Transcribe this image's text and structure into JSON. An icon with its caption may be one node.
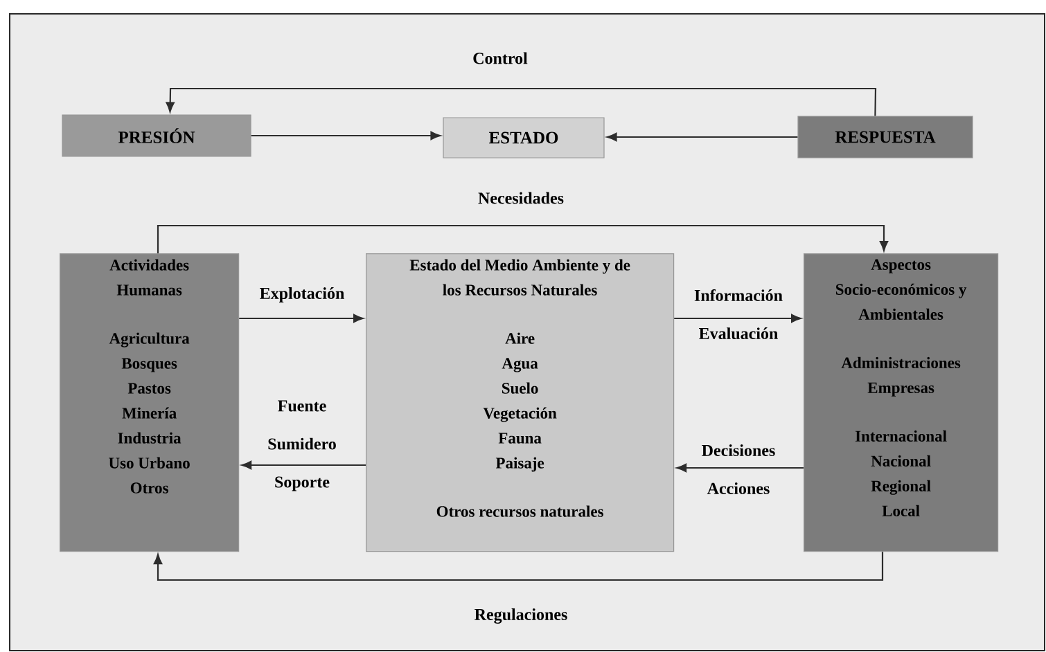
{
  "diagram": {
    "nodes": [
      {
        "text": [
          "PRESIÓN"
        ]
      },
      {
        "text": [
          "ESTADO"
        ]
      },
      {
        "text": [
          "RESPUESTA"
        ]
      },
      {
        "text": [
          "Actividades Humanas",
          "Agricultura",
          "Bosques",
          "Pastos",
          "Minería",
          "Industria",
          "Uso Urbano",
          "Otros"
        ]
      },
      {
        "text": [
          "Estado del Medio Ambiente y de los Recursos Naturales",
          "Aire",
          "Agua",
          "Suelo",
          "Vegetación",
          "Fauna",
          "Paisaje",
          "Otros recursos naturales"
        ]
      },
      {
        "text": [
          "Aspectos Socio-económicos y Ambientales",
          "Administraciones",
          "Empresas",
          "Internacional",
          "Nacional",
          "Regional",
          "Local"
        ]
      }
    ],
    "edges": [
      {
        "from": 0,
        "to": 1,
        "arrow": "to"
      },
      {
        "from": 2,
        "to": 1,
        "arrow": "to"
      },
      {
        "from": 2,
        "to": 0,
        "arrow": "to",
        "label": "Control"
      },
      {
        "from": 3,
        "to": 5,
        "arrow": "to",
        "label": "Necesidades"
      },
      {
        "from": 3,
        "to": 4,
        "arrow": "to",
        "label": "Explotación"
      },
      {
        "from": 4,
        "to": 5,
        "arrow": "to",
        "label": "Información Evaluación"
      },
      {
        "from": 5,
        "to": 4,
        "arrow": "to",
        "label": "Decisiones Acciones"
      },
      {
        "from": 4,
        "to": 3,
        "arrow": "to",
        "label": "Fuente Sumidero Soporte"
      },
      {
        "from": 5,
        "to": 3,
        "arrow": "to",
        "label": "Regulaciones"
      }
    ]
  }
}
